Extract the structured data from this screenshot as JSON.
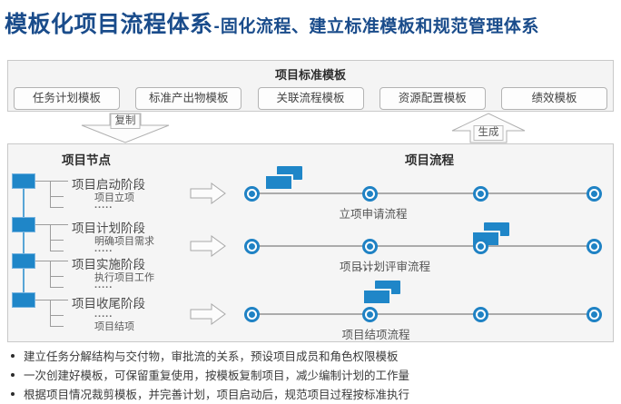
{
  "title": {
    "main": "模板化项目流程体系",
    "sep": "-",
    "sub": "固化流程、建立标准模板和规范管理体系"
  },
  "template_section": {
    "header": "项目标准模板",
    "items": [
      "任务计划模板",
      "标准产出物模板",
      "关联流程模板",
      "资源配置模板",
      "绩效模板"
    ]
  },
  "arrows": {
    "copy": "复制",
    "generate": "生成"
  },
  "nodes_section": {
    "header": "项目节点",
    "stages": [
      {
        "title": "项目启动阶段",
        "items": [
          "项目立项",
          "....."
        ]
      },
      {
        "title": "项目计划阶段",
        "items": [
          "明确项目需求",
          "....."
        ]
      },
      {
        "title": "项目实施阶段",
        "items": [
          "执行项目工作",
          "....."
        ]
      },
      {
        "title": "项目收尾阶段",
        "items": [
          ".....",
          "项目结项"
        ]
      }
    ]
  },
  "process_section": {
    "header": "项目流程",
    "flows": [
      {
        "label": "立项申请流程"
      },
      {
        "label": "项目计划评审流程"
      },
      {
        "label": "项目结项流程"
      }
    ],
    "ellipsis": "....."
  },
  "bullets": [
    "建立任务分解结构与交付物，审批流的关系，预设项目成员和角色权限模板",
    "一次创建好模板，可保留重复使用，按模板复制项目，减少编制计划的工作量",
    "根据项目情况裁剪模板，并完善计划，项目启动后，规范项目过程按标准执行"
  ],
  "colors": {
    "title_blue": "#1A4C8B",
    "accent_blue": "#1F86C8",
    "node_ring_blue": "#1F82C4",
    "panel_bg": "#F5F5F5",
    "panel_border": "#C9C9C9",
    "line_gray": "#A8A8A8"
  }
}
